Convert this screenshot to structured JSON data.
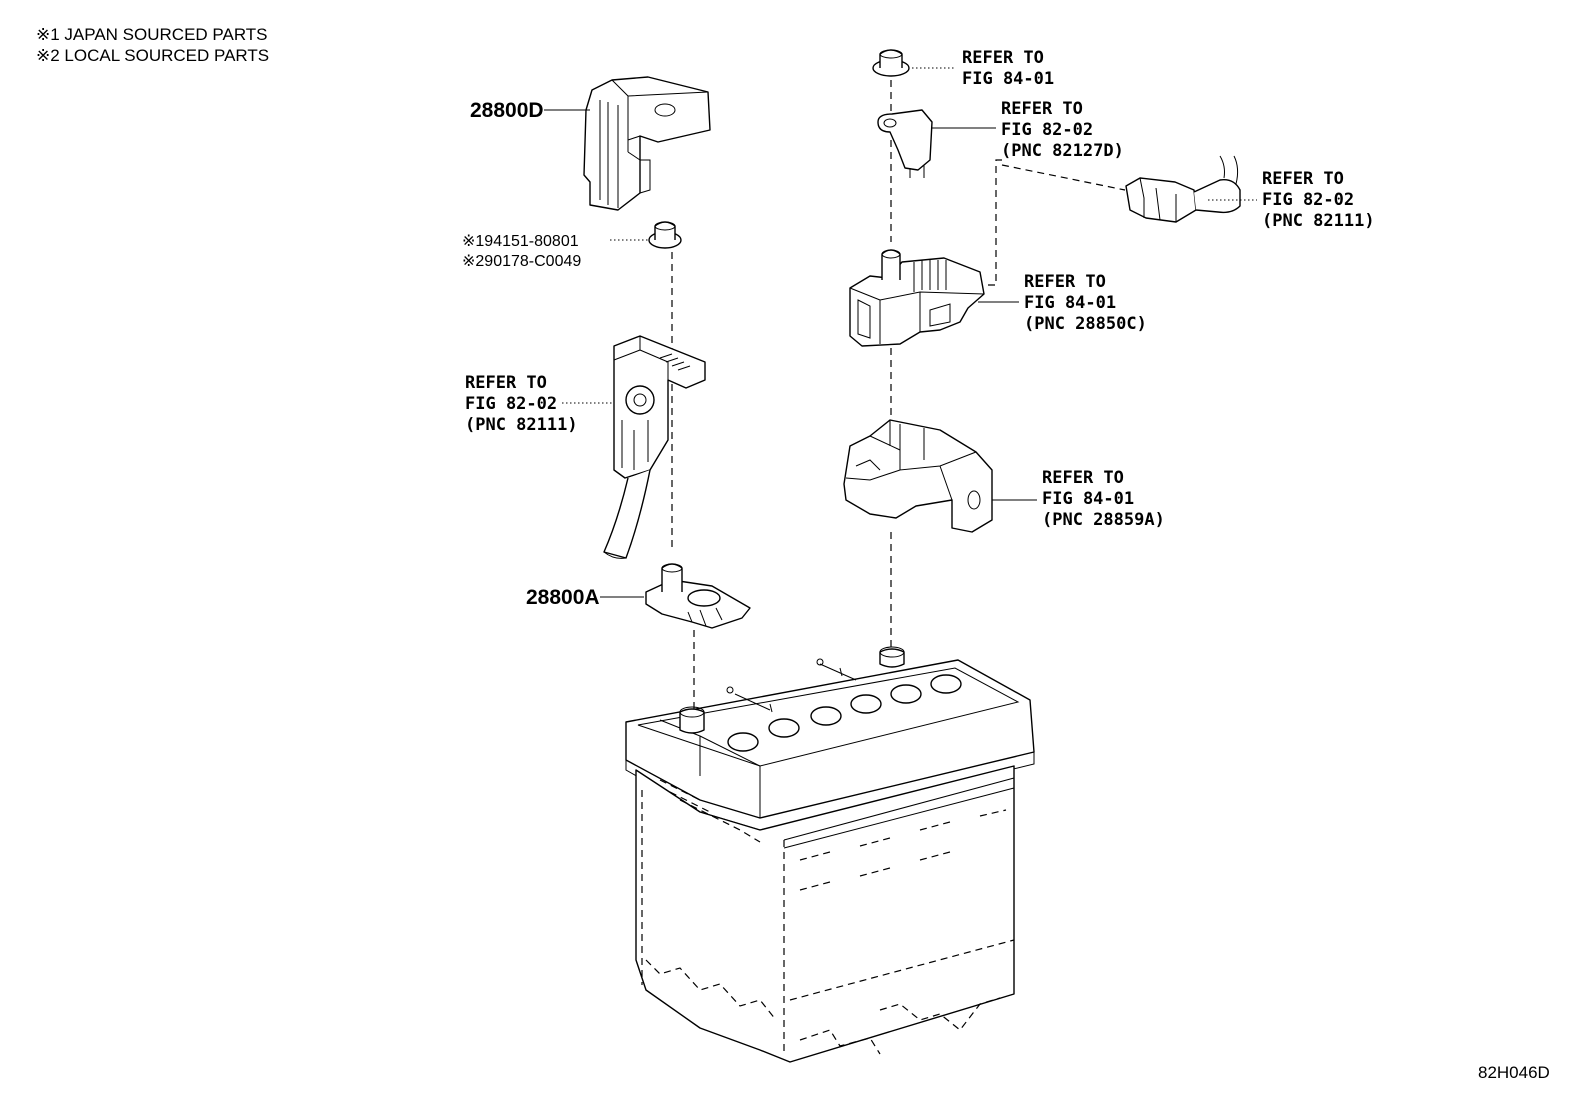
{
  "notes": {
    "line1": "※1 JAPAN SOURCED PARTS",
    "line2": "※2 LOCAL SOURCED PARTS"
  },
  "labels": {
    "part_28800D": "28800D",
    "part_28800A": "28800A",
    "nut_japan": "※194151-80801",
    "nut_local": "※290178-C0049",
    "ref_cable_neg": [
      "REFER TO",
      "FIG 82-02",
      "(PNC 82111)"
    ],
    "ref_nut_top": [
      "REFER TO",
      "FIG 84-01"
    ],
    "ref_terminal": [
      "REFER TO",
      "FIG 82-02",
      "(PNC 82127D)"
    ],
    "ref_connector": [
      "REFER TO",
      "FIG 82-02",
      "(PNC 82111)"
    ],
    "ref_fuse_block": [
      "REFER TO",
      "FIG 84-01",
      "(PNC 28850C)"
    ],
    "ref_bracket": [
      "REFER TO",
      "FIG 84-01",
      "(PNC 28859A)"
    ]
  },
  "figure_id": "82H046D"
}
